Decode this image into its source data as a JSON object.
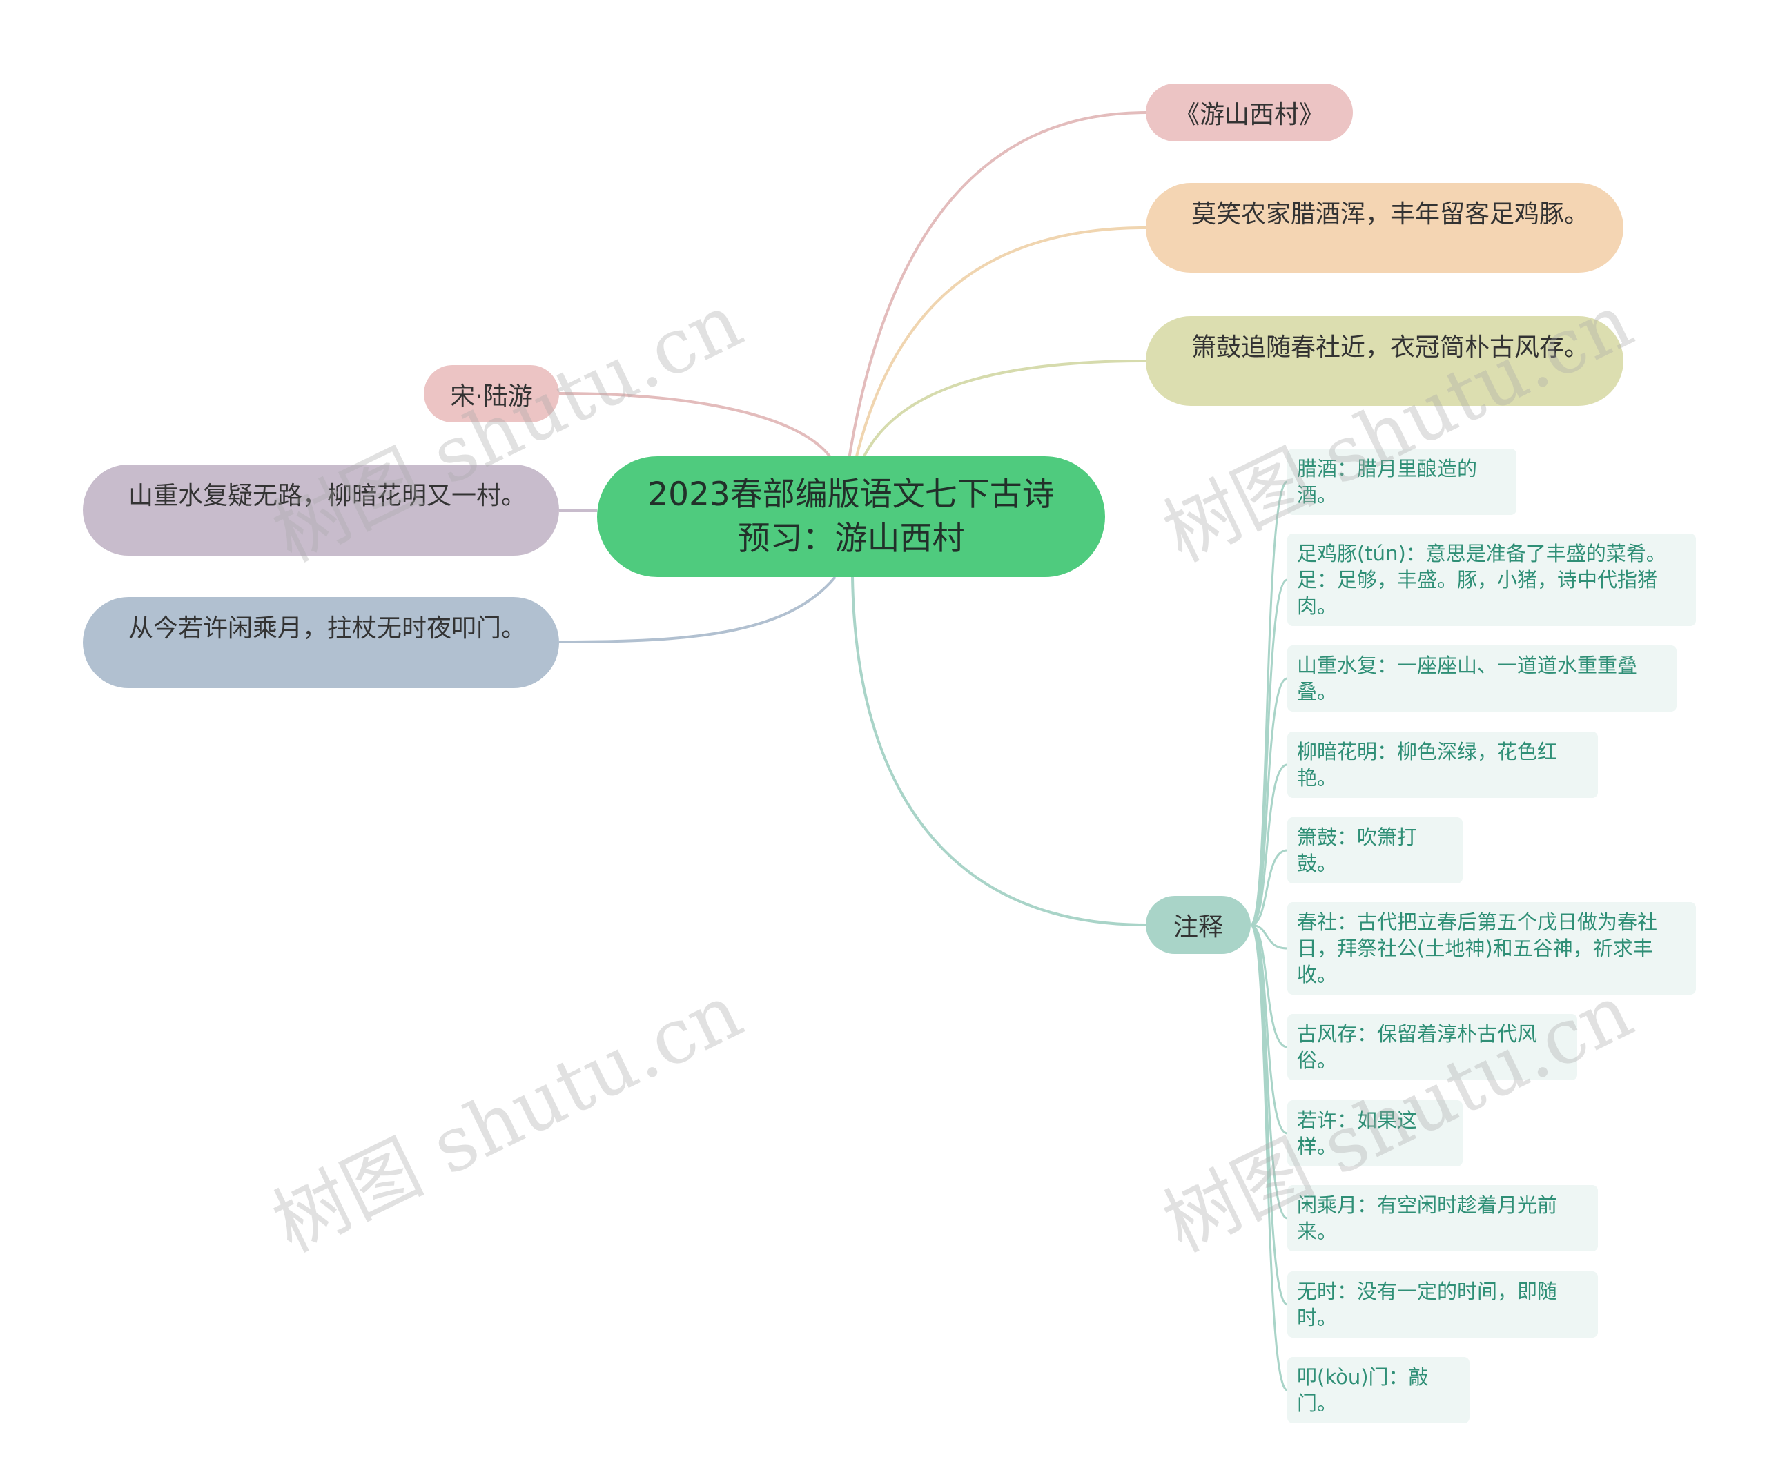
{
  "central": {
    "title": "2023春部编版语文七下古诗预习：游山西村"
  },
  "branches": {
    "title_node": "《游山西村》",
    "line1": "莫笑农家腊酒浑，丰年留客足鸡豚。",
    "line2": "箫鼓追随春社近，衣冠简朴古风存。",
    "author": "宋·陆游",
    "line3": "山重水复疑无路，柳暗花明又一村。",
    "line4": "从今若许闲乘月，拄杖无时夜叩门。",
    "notes_label": "注释"
  },
  "notes": [
    "腊酒：腊月里酿造的酒。",
    "足鸡豚(tún)：意思是准备了丰盛的菜肴。足：足够，丰盛。豚，小猪，诗中代指猪肉。",
    "山重水复：一座座山、一道道水重重叠叠。",
    "柳暗花明：柳色深绿，花色红艳。",
    "箫鼓：吹箫打鼓。",
    "春社：古代把立春后第五个戊日做为春社日，拜祭社公(土地神)和五谷神，祈求丰收。",
    "古风存：保留着淳朴古代风俗。",
    "若许：如果这样。",
    "闲乘月：有空闲时趁着月光前来。",
    "无时：没有一定的时间，即随时。",
    "叩(kòu)门：敲门。"
  ],
  "watermark": "树图 shutu.cn",
  "colors": {
    "center": "#4fcb7e",
    "title_node": "#ecc4c4",
    "line1": "#f4d5b3",
    "line2": "#dcdeb0",
    "author": "#ecc4c4",
    "line3": "#c8bccc",
    "line4": "#b1c0d0",
    "notes": "#a9d4c8",
    "note_text": "#2f8f76"
  }
}
